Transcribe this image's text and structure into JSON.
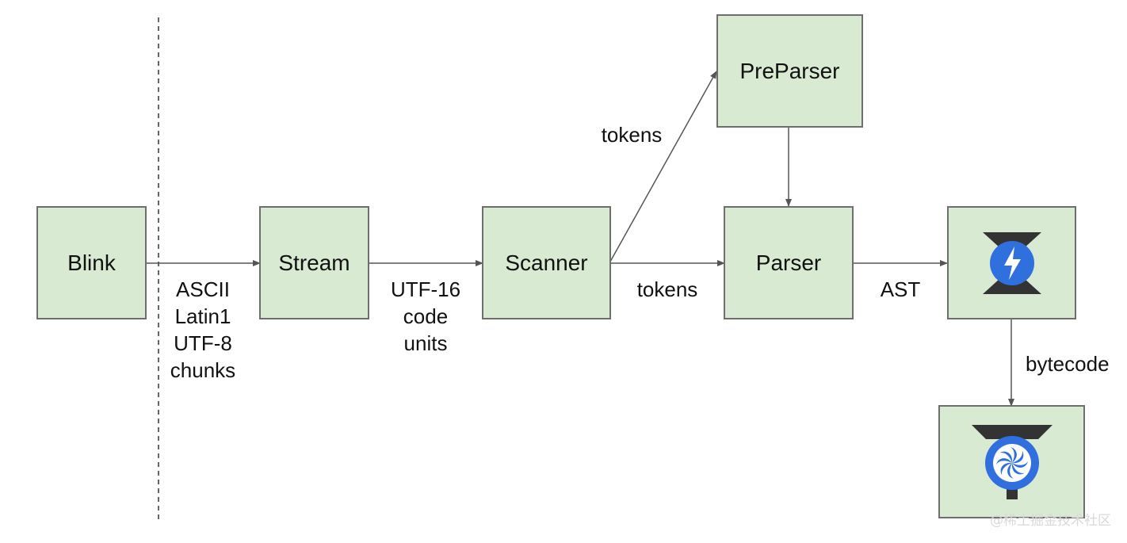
{
  "nodes": {
    "blink": "Blink",
    "stream": "Stream",
    "scanner": "Scanner",
    "preparser": "PreParser",
    "parser": "Parser"
  },
  "icons": {
    "ignition": "ignition-interpreter-icon",
    "turbofan": "turbofan-compiler-icon"
  },
  "edge_labels": {
    "blink_stream": [
      "ASCII",
      "Latin1",
      "UTF-8",
      "chunks"
    ],
    "stream_scanner": [
      "UTF-16",
      "code",
      "units"
    ],
    "scanner_preparser": "tokens",
    "scanner_parser": "tokens",
    "parser_ignition": "AST",
    "ignition_turbofan": "bytecode"
  },
  "watermark": "@稀土掘金技术社区",
  "colors": {
    "box_fill": "#d9ead3",
    "box_border": "#6e6e6e",
    "icon_blue": "#2f6fde",
    "icon_dark": "#333333"
  }
}
